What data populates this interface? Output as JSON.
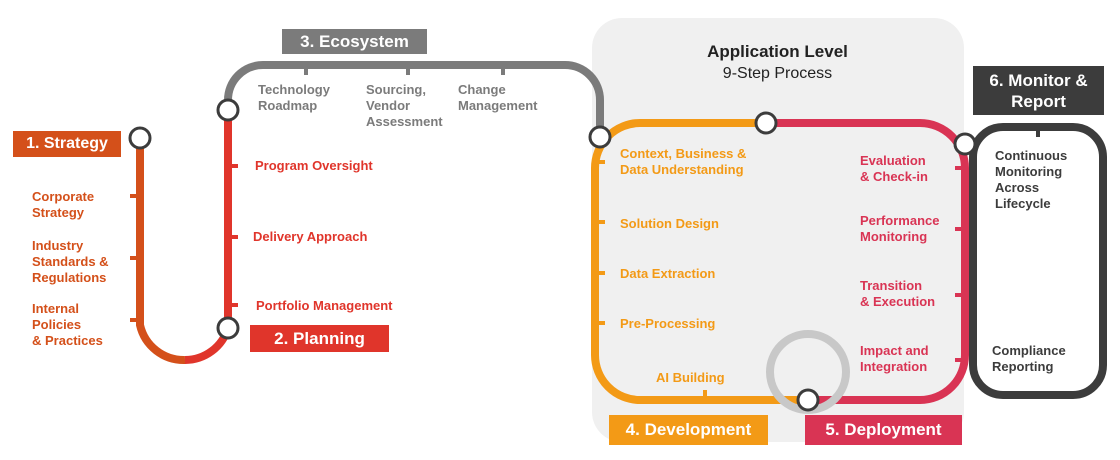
{
  "colors": {
    "strategy": "#d4501a",
    "planning": "#e0352b",
    "ecosystem": "#7b7b7b",
    "development": "#f39a16",
    "deployment": "#d93454",
    "monitor": "#3c3c3c",
    "panel": "#f0f0f0",
    "loop": "#c8c8c8"
  },
  "app_level": {
    "title": "Application Level",
    "subtitle": "9-Step Process"
  },
  "stages": {
    "strategy": {
      "label": "1. Strategy",
      "items": [
        "Corporate\nStrategy",
        "Industry\nStandards &\nRegulations",
        "Internal\nPolicies\n& Practices"
      ]
    },
    "planning": {
      "label": "2. Planning",
      "items": [
        "Program Oversight",
        "Delivery Approach",
        "Portfolio Management"
      ]
    },
    "ecosystem": {
      "label": "3. Ecosystem",
      "items": [
        "Technology\nRoadmap",
        "Sourcing,\nVendor\nAssessment",
        "Change\nManagement"
      ]
    },
    "development": {
      "label": "4. Development",
      "items": [
        "Context, Business &\nData Understanding",
        "Solution Design",
        "Data Extraction",
        "Pre-Processing",
        "AI  Building"
      ]
    },
    "deployment": {
      "label": "5. Deployment",
      "items": [
        "Evaluation\n& Check-in",
        "Performance\nMonitoring",
        "Transition\n& Execution",
        "Impact and\nIntegration"
      ]
    },
    "monitor": {
      "label": "6.  Monitor &\nReport",
      "items": [
        "Continuous\nMonitoring\nAcross\nLifecycle",
        "Compliance\nReporting"
      ]
    }
  }
}
